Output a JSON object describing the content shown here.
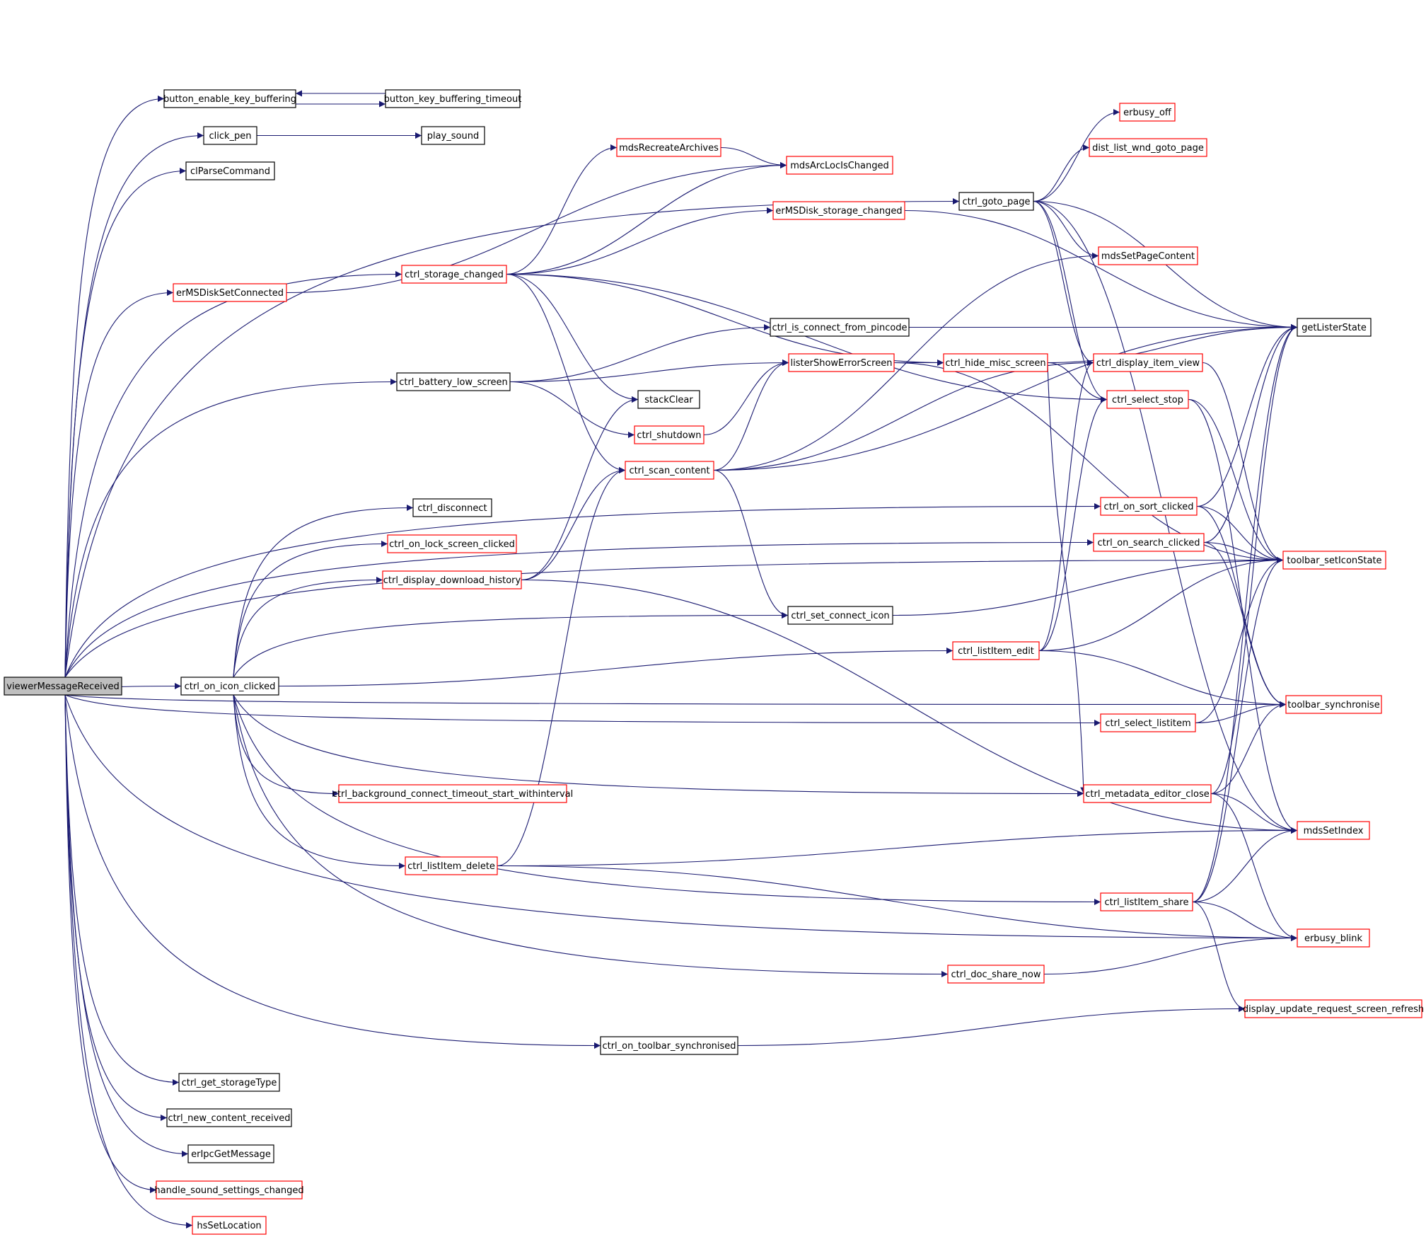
{
  "nodes": {
    "viewerMessageReceived": {
      "label": "viewerMessageReceived",
      "style": "root"
    },
    "button_enable_key_buffering": {
      "label": "button_enable_key_buffering",
      "style": "plain"
    },
    "button_key_buffering_timeout": {
      "label": "button_key_buffering_timeout",
      "style": "plain"
    },
    "click_pen": {
      "label": "click_pen",
      "style": "plain"
    },
    "play_sound": {
      "label": "play_sound",
      "style": "plain"
    },
    "clParseCommand": {
      "label": "clParseCommand",
      "style": "plain"
    },
    "erMSDiskSetConnected": {
      "label": "erMSDiskSetConnected",
      "style": "red"
    },
    "ctrl_storage_changed": {
      "label": "ctrl_storage_changed",
      "style": "red"
    },
    "ctrl_battery_low_screen": {
      "label": "ctrl_battery_low_screen",
      "style": "plain"
    },
    "ctrl_disconnect": {
      "label": "ctrl_disconnect",
      "style": "plain"
    },
    "ctrl_on_lock_screen_clicked": {
      "label": "ctrl_on_lock_screen_clicked",
      "style": "red"
    },
    "ctrl_display_download_history": {
      "label": "ctrl_display_download_history",
      "style": "red"
    },
    "ctrl_on_icon_clicked": {
      "label": "ctrl_on_icon_clicked",
      "style": "plain"
    },
    "ctrl_background_connect_timeout_start_withinterval": {
      "label": "ctrl_background_connect_timeout_start_withinterval",
      "style": "red"
    },
    "ctrl_listItem_delete": {
      "label": "ctrl_listItem_delete",
      "style": "red"
    },
    "ctrl_on_toolbar_synchronised": {
      "label": "ctrl_on_toolbar_synchronised",
      "style": "plain"
    },
    "ctrl_get_storageType": {
      "label": "ctrl_get_storageType",
      "style": "plain"
    },
    "ctrl_new_content_received": {
      "label": "ctrl_new_content_received",
      "style": "plain"
    },
    "erIpcGetMessage": {
      "label": "erIpcGetMessage",
      "style": "plain"
    },
    "handle_sound_settings_changed": {
      "label": "handle_sound_settings_changed",
      "style": "red"
    },
    "hsSetLocation": {
      "label": "hsSetLocation",
      "style": "red"
    },
    "mdsRecreateArchives": {
      "label": "mdsRecreateArchives",
      "style": "red"
    },
    "mdsArcLocIsChanged": {
      "label": "mdsArcLocIsChanged",
      "style": "red"
    },
    "erMSDisk_storage_changed": {
      "label": "erMSDisk_storage_changed",
      "style": "red"
    },
    "ctrl_is_connect_from_pincode": {
      "label": "ctrl_is_connect_from_pincode",
      "style": "plain"
    },
    "listerShowErrorScreen": {
      "label": "listerShowErrorScreen",
      "style": "red"
    },
    "stackClear": {
      "label": "stackClear",
      "style": "plain"
    },
    "ctrl_shutdown": {
      "label": "ctrl_shutdown",
      "style": "red"
    },
    "ctrl_scan_content": {
      "label": "ctrl_scan_content",
      "style": "red"
    },
    "ctrl_set_connect_icon": {
      "label": "ctrl_set_connect_icon",
      "style": "plain"
    },
    "ctrl_goto_page": {
      "label": "ctrl_goto_page",
      "style": "plain"
    },
    "erbusy_off": {
      "label": "erbusy_off",
      "style": "red"
    },
    "dist_list_wnd_goto_page": {
      "label": "dist_list_wnd_goto_page",
      "style": "red"
    },
    "mdsSetPageContent": {
      "label": "mdsSetPageContent",
      "style": "red"
    },
    "ctrl_hide_misc_screen": {
      "label": "ctrl_hide_misc_screen",
      "style": "red"
    },
    "ctrl_display_item_view": {
      "label": "ctrl_display_item_view",
      "style": "red"
    },
    "ctrl_select_stop": {
      "label": "ctrl_select_stop",
      "style": "red"
    },
    "ctrl_on_sort_clicked": {
      "label": "ctrl_on_sort_clicked",
      "style": "red"
    },
    "ctrl_on_search_clicked": {
      "label": "ctrl_on_search_clicked",
      "style": "red"
    },
    "ctrl_listItem_edit": {
      "label": "ctrl_listItem_edit",
      "style": "red"
    },
    "ctrl_select_listitem": {
      "label": "ctrl_select_listitem",
      "style": "red"
    },
    "ctrl_metadata_editor_close": {
      "label": "ctrl_metadata_editor_close",
      "style": "red"
    },
    "ctrl_listItem_share": {
      "label": "ctrl_listItem_share",
      "style": "red"
    },
    "ctrl_doc_share_now": {
      "label": "ctrl_doc_share_now",
      "style": "red"
    },
    "getListerState": {
      "label": "getListerState",
      "style": "plain"
    },
    "toolbar_setIconState": {
      "label": "toolbar_setIconState",
      "style": "red"
    },
    "toolbar_synchronise": {
      "label": "toolbar_synchronise",
      "style": "red"
    },
    "mdsSetIndex": {
      "label": "mdsSetIndex",
      "style": "red"
    },
    "erbusy_blink": {
      "label": "erbusy_blink",
      "style": "red"
    },
    "display_update_request_screen_refresh": {
      "label": "display_update_request_screen_refresh",
      "style": "red"
    }
  },
  "colors": {
    "edge": "#191970",
    "node_border_plain": "#000000",
    "node_border_red": "#ff0000",
    "root_fill": "#bfbfbf",
    "node_fill": "#ffffff",
    "text": "#000000"
  }
}
